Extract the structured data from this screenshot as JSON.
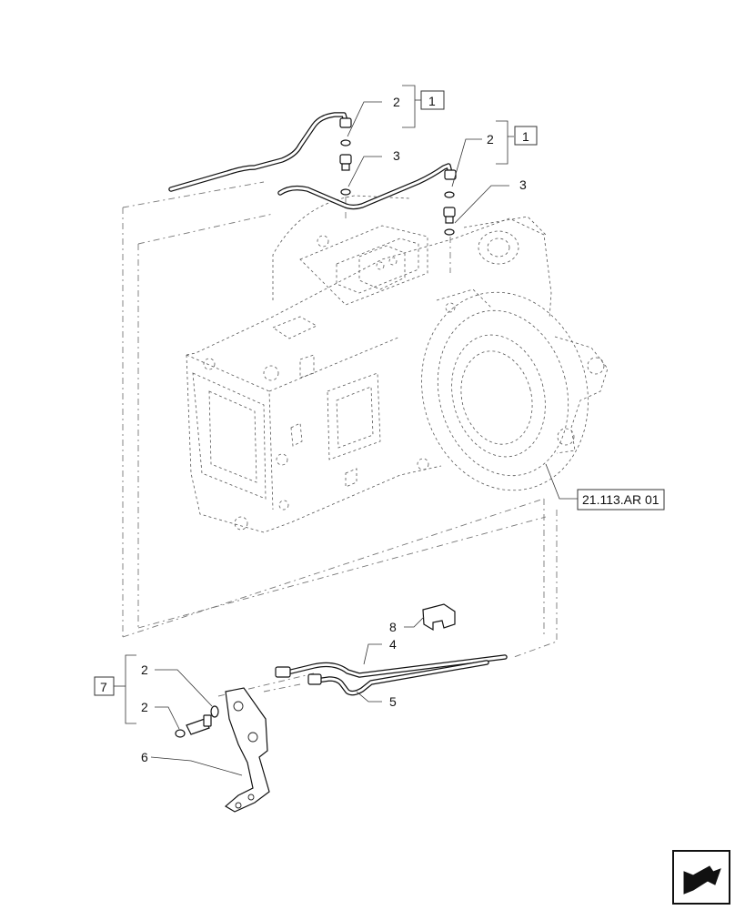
{
  "callouts": {
    "ref_box_top_left": "1",
    "ref_box_top_right": "1",
    "ref_box_bottom": "7",
    "housing_ref": "21.113.AR 01",
    "label_2_a": "2",
    "label_3_a": "3",
    "label_2_b": "2",
    "label_3_b": "3",
    "label_2_c": "2",
    "label_2_d": "2",
    "label_4": "4",
    "label_5": "5",
    "label_6": "6",
    "label_8": "8"
  },
  "icons": {
    "corner": "next-page-arrow-icon"
  }
}
